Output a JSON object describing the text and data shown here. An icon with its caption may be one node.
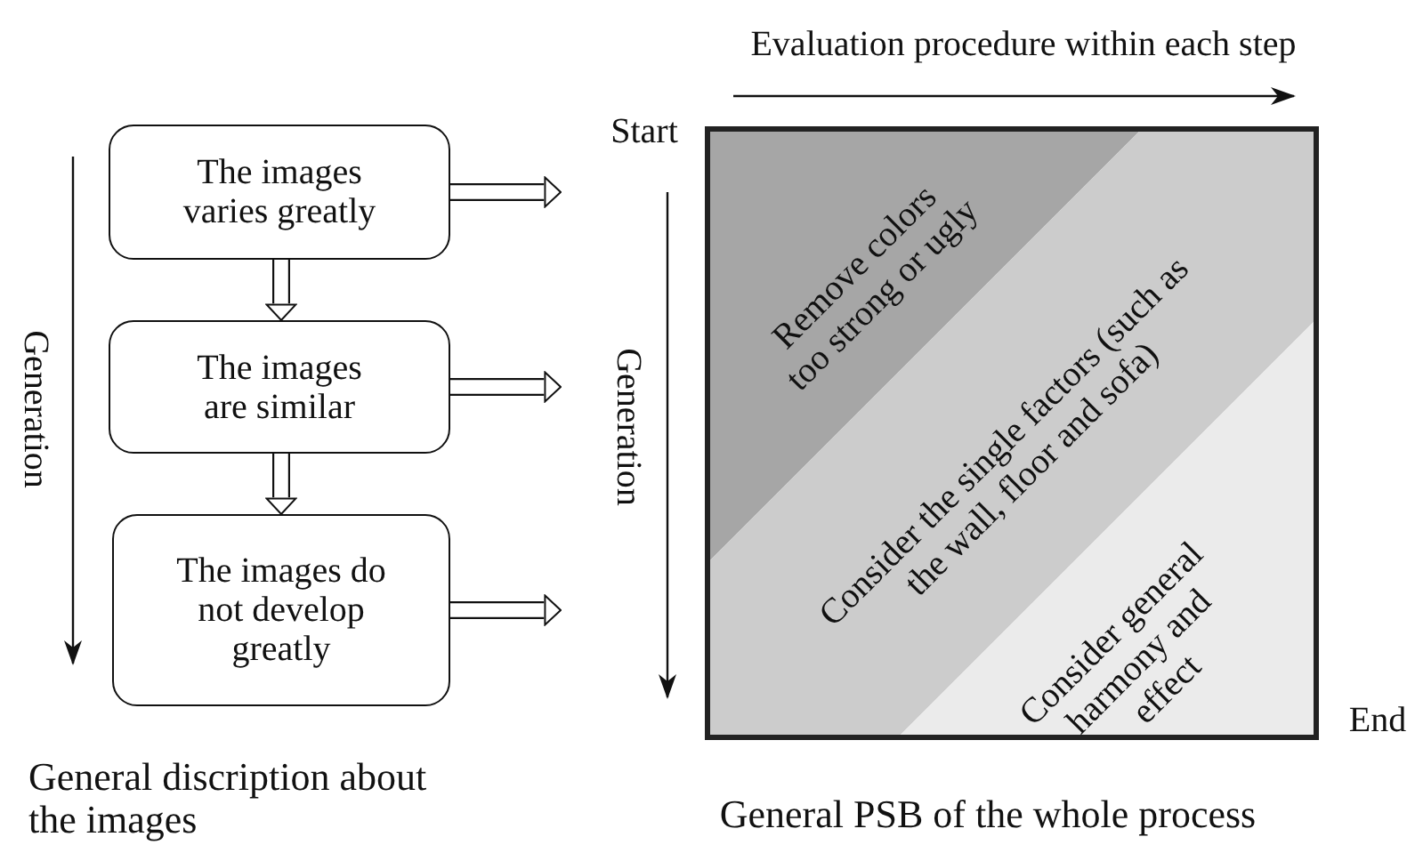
{
  "diagram": {
    "nodes": [
      {
        "text": [
          "The images varies greatly"
        ]
      },
      {
        "text": [
          "The images are similar"
        ]
      },
      {
        "text": [
          "The images do not develop greatly"
        ]
      },
      {
        "text": [],
        "shape": "box"
      }
    ],
    "edges": [
      {
        "from": 0,
        "to": 1,
        "arrow": "to"
      },
      {
        "from": 1,
        "to": 2,
        "arrow": "to"
      },
      {
        "from": 0,
        "to": null,
        "arrow": "to"
      },
      {
        "from": 1,
        "to": null,
        "arrow": "to"
      },
      {
        "from": 2,
        "to": null,
        "arrow": "to"
      }
    ],
    "labels": [
      "Evaluation procedure within each step",
      "Start",
      "Generation",
      "Generation",
      "Remove colors too strong or ugly",
      "Consider the single factors (such as the wall, floor and sofa)",
      "Consider general harmony and effect",
      "End",
      "General discription about the images",
      "General PSB of the whole process"
    ]
  }
}
